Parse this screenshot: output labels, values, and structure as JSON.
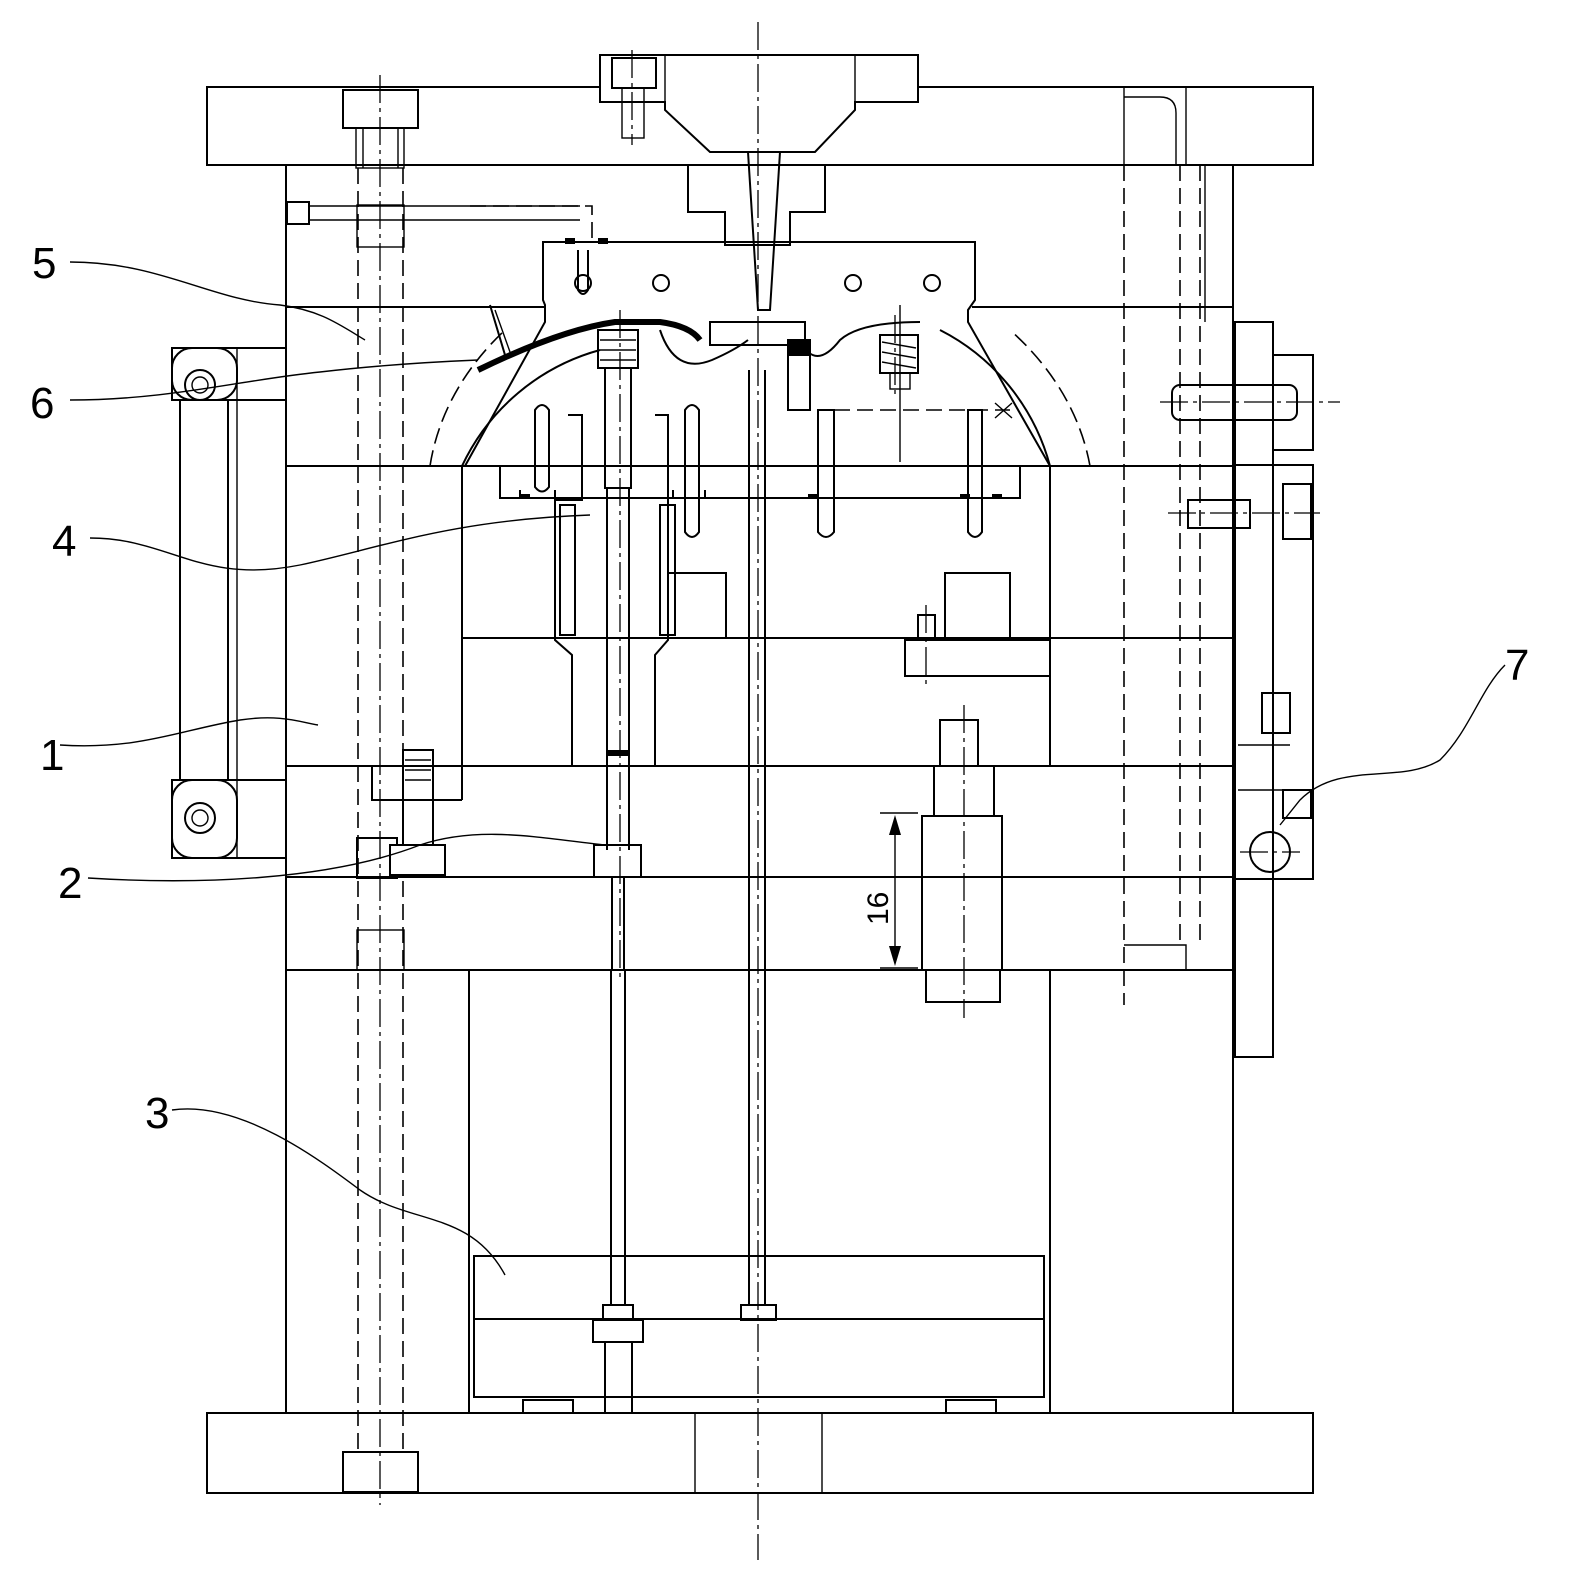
{
  "figure": {
    "callouts": [
      {
        "id": "part-1",
        "label": "1"
      },
      {
        "id": "part-2",
        "label": "2"
      },
      {
        "id": "part-3",
        "label": "3"
      },
      {
        "id": "part-4",
        "label": "4"
      },
      {
        "id": "part-5",
        "label": "5"
      },
      {
        "id": "part-6",
        "label": "6"
      },
      {
        "id": "part-7",
        "label": "7"
      }
    ],
    "dimension": {
      "value": "16"
    }
  }
}
